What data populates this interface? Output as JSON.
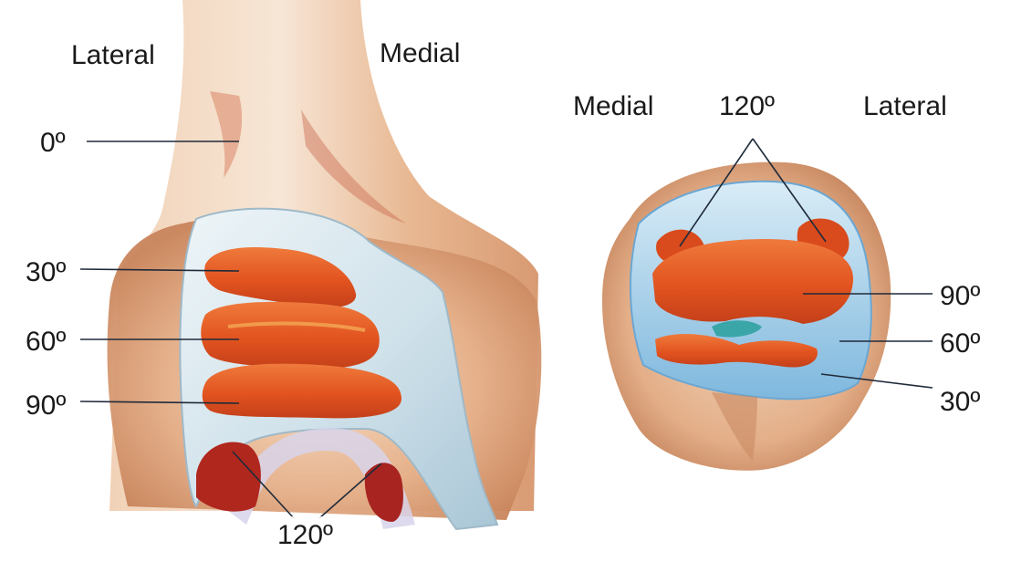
{
  "femur_view": {
    "side_left_label": "Lateral",
    "side_right_label": "Medial",
    "angle_0": "0º",
    "angle_30": "30º",
    "angle_60": "60º",
    "angle_90": "90º",
    "angle_120": "120º"
  },
  "patella_view": {
    "side_left_label": "Medial",
    "side_right_label": "Lateral",
    "angle_120": "120º",
    "angle_90": "90º",
    "angle_60": "60º",
    "angle_30": "30º"
  },
  "colors": {
    "bone": "#e7b48c",
    "cartilage": "#c9dfe9",
    "contact_area": "#e0521e",
    "contact_area_dark": "#b0271e",
    "leader_line": "#1f2a3a"
  }
}
